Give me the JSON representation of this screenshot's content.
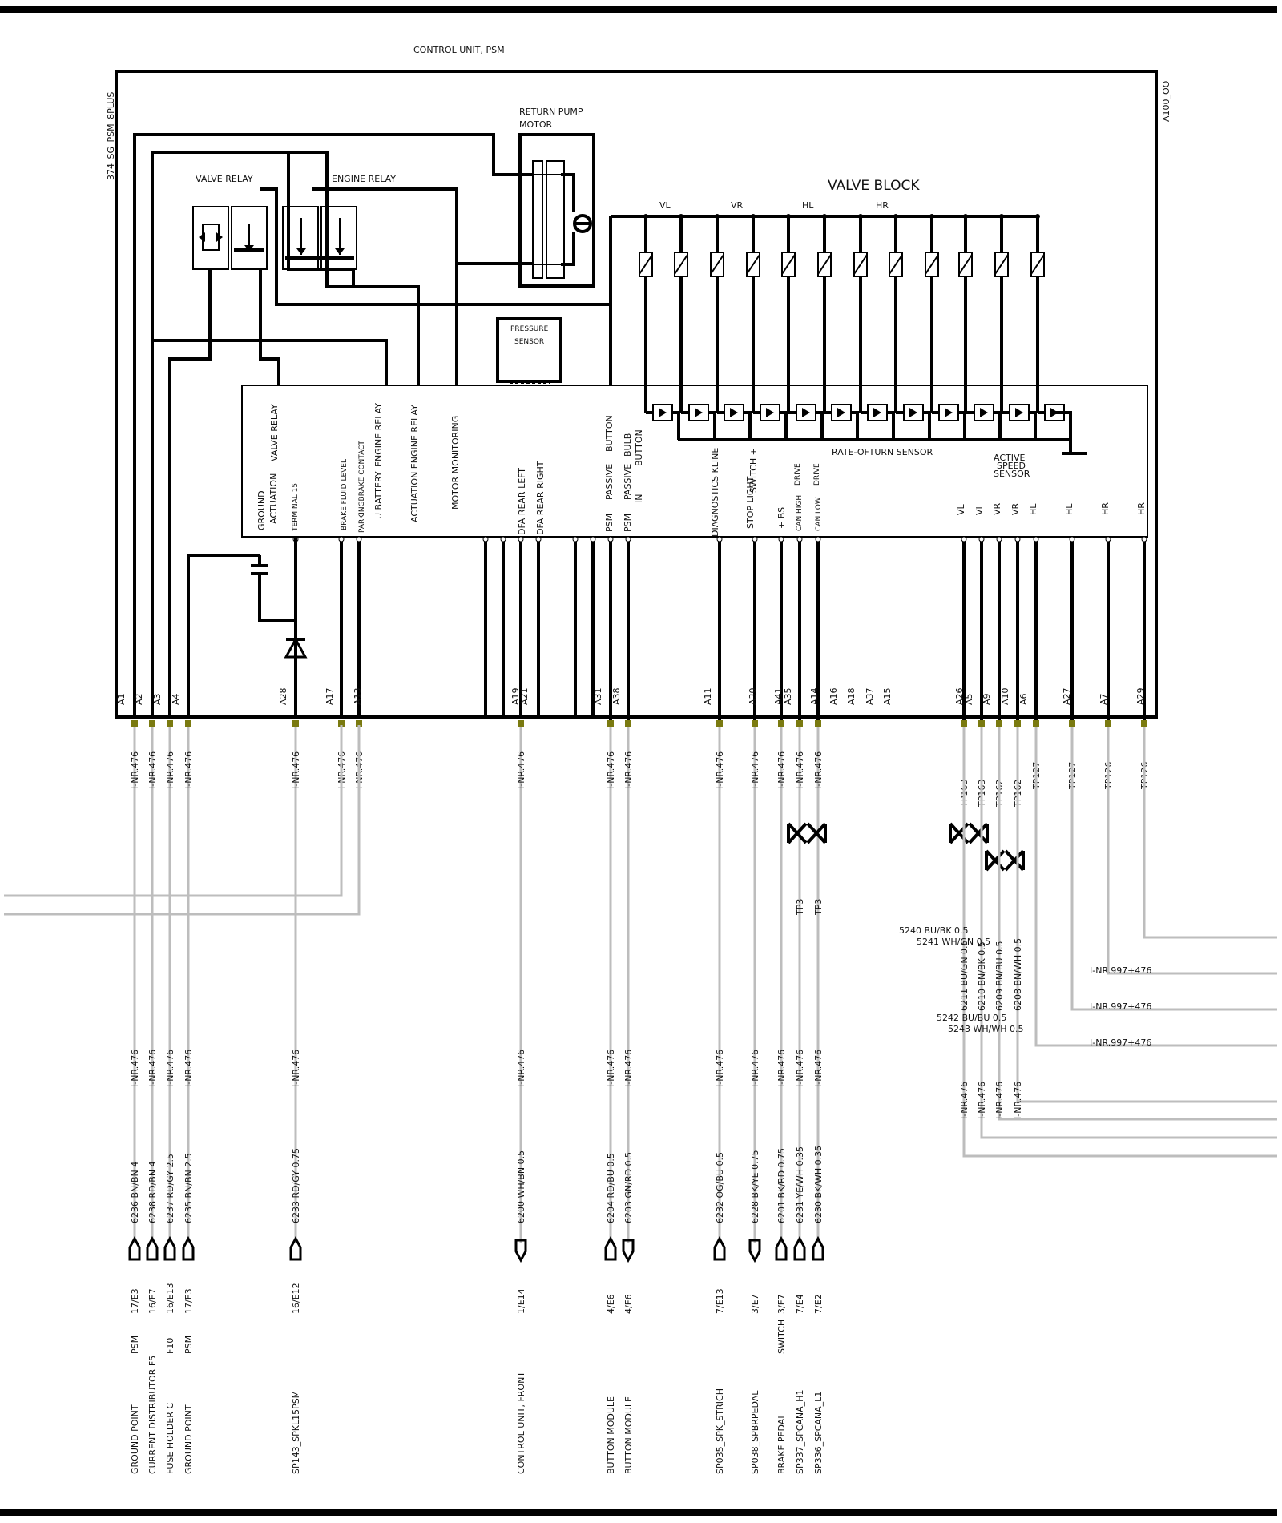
{
  "header": {
    "unit_title": "CONTROL UNIT, PSM",
    "side_label": "374_SG_PSM_8PLUS",
    "unit_id": "A100_OO",
    "return_pump": "RETURN PUMP",
    "motor": "MOTOR",
    "valve_relay": "VALVE RELAY",
    "engine_relay": "ENGINE RELAY",
    "valve_block": "VALVE BLOCK",
    "pressure": "PRESSURE",
    "sensor": "SENSOR",
    "rate_of_turn": "RATE-OFTURN SENSOR",
    "active": "ACTIVE",
    "speed": "SPEED",
    "active_sensor": "SENSOR"
  },
  "valve_groups": [
    "VL",
    "VR",
    "HL",
    "HR"
  ],
  "internal_labels": [
    {
      "id": "ground",
      "text": "GROUND"
    },
    {
      "id": "actuation",
      "text": "ACTUATION"
    },
    {
      "id": "valve-relay",
      "text": "VALVE RELAY"
    },
    {
      "id": "terminal15",
      "text": "TERMINAL 15"
    },
    {
      "id": "brake-fluid",
      "text": "BRAKE FLUID LEVEL"
    },
    {
      "id": "parking-brake",
      "text": "PARKINGBRAKE CONTACT"
    },
    {
      "id": "u-battery",
      "text": "U BATTERY"
    },
    {
      "id": "engine-relay",
      "text": "ENGINE RELAY"
    },
    {
      "id": "actuation-engine",
      "text": "ACTUATION ENGINE RELAY"
    },
    {
      "id": "motor-mon",
      "text": "MOTOR MONITORING"
    },
    {
      "id": "dfa-left",
      "text": "DFA REAR LEFT"
    },
    {
      "id": "dfa-right",
      "text": "DFA REAR RIGHT"
    },
    {
      "id": "psm1",
      "text": "PSM"
    },
    {
      "id": "passive1",
      "text": "PASSIVE"
    },
    {
      "id": "button1",
      "text": "BUTTON"
    },
    {
      "id": "psm2",
      "text": "PSM"
    },
    {
      "id": "passive2",
      "text": "PASSIVE"
    },
    {
      "id": "bulb",
      "text": "BULB"
    },
    {
      "id": "in",
      "text": "IN"
    },
    {
      "id": "button2",
      "text": "BUTTON"
    },
    {
      "id": "diag",
      "text": "DIAGNOSTICS KLINE"
    },
    {
      "id": "stop-light",
      "text": "STOP LIGHT"
    },
    {
      "id": "switch-plus",
      "text": "SWITCH +"
    },
    {
      "id": "bs",
      "text": "+ BS"
    },
    {
      "id": "can-high",
      "text": "CAN HIGH"
    },
    {
      "id": "drive1",
      "text": "DRIVE"
    },
    {
      "id": "can-low",
      "text": "CAN LOW"
    },
    {
      "id": "drive2",
      "text": "DRIVE"
    },
    {
      "id": "ws-vl1",
      "text": "VL"
    },
    {
      "id": "ws-vl2",
      "text": "VL"
    },
    {
      "id": "ws-vr1",
      "text": "VR"
    },
    {
      "id": "ws-vr2",
      "text": "VR"
    },
    {
      "id": "ws-hl1",
      "text": "HL"
    },
    {
      "id": "ws-hl2",
      "text": "HL"
    },
    {
      "id": "ws-hr1",
      "text": "HR"
    },
    {
      "id": "ws-hr2",
      "text": "HR"
    }
  ],
  "pins": [
    "A1",
    "A2",
    "A3",
    "A4",
    "A28",
    "A17",
    "A13",
    "A19",
    "A21",
    "A31",
    "A38",
    "A11",
    "A30",
    "A41",
    "A35",
    "A14",
    "A16",
    "A18",
    "A37",
    "A15",
    "A26",
    "A5",
    "A9",
    "A10",
    "A6",
    "A27",
    "A7",
    "A29"
  ],
  "left_circuits": [
    {
      "id": "c1",
      "top": "I-NR.476",
      "mid": "I-NR.476",
      "wire": "6236 BN/BN 4",
      "ref": "17/E3",
      "dest": "GROUND POINT",
      "dest2": "PSM"
    },
    {
      "id": "c2",
      "top": "I-NR.476",
      "mid": "I-NR.476",
      "wire": "6238 RD/BN 4",
      "ref": "16/E7",
      "dest": "CURRENT DISTRIBUTOR F5",
      "dest2": ""
    },
    {
      "id": "c3",
      "top": "I-NR.476",
      "mid": "I-NR.476",
      "wire": "6237 RD/GY 2.5",
      "ref": "16/E13",
      "dest": "FUSE HOLDER C",
      "dest2": "F10"
    },
    {
      "id": "c4",
      "top": "I-NR.476",
      "mid": "I-NR.476",
      "wire": "6235 BN/BN 2.5",
      "ref": "17/E3",
      "dest": "GROUND POINT",
      "dest2": "PSM"
    },
    {
      "id": "c5",
      "top": "I-NR.476",
      "mid": "I-NR.476",
      "wire": "6233 RD/GY 0.75",
      "ref": "16/E12",
      "dest": "SP143_SPKL15PSM",
      "dest2": ""
    },
    {
      "id": "c6",
      "top": "I-NR.476",
      "mid": "",
      "wire": "",
      "ref": "",
      "dest": "",
      "dest2": ""
    },
    {
      "id": "c7",
      "top": "I-NR.476",
      "mid": "",
      "wire": "",
      "ref": "",
      "dest": "",
      "dest2": ""
    },
    {
      "id": "c8",
      "top": "I-NR.476",
      "mid": "I-NR.476",
      "wire": "6200 WH/BN 0.5",
      "ref": "1/E14",
      "dest": "CONTROL UNIT, FRONT",
      "dest2": ""
    },
    {
      "id": "c9",
      "top": "I-NR.476",
      "mid": "I-NR.476",
      "wire": "6204 RD/BU 0.5",
      "ref": "4/E6",
      "dest": "BUTTON  MODULE",
      "dest2": ""
    },
    {
      "id": "c10",
      "top": "I-NR.476",
      "mid": "I-NR.476",
      "wire": "6203 GN/RD 0.5",
      "ref": "4/E6",
      "dest": "BUTTON  MODULE",
      "dest2": ""
    },
    {
      "id": "c11",
      "top": "I-NR.476",
      "mid": "I-NR.476",
      "wire": "6232 OG/BU 0.5",
      "ref": "7/E13",
      "dest": "SP035_SPK_STRICH",
      "dest2": ""
    },
    {
      "id": "c12",
      "top": "I-NR.476",
      "mid": "I-NR.476",
      "wire": "6228 BK/YE 0.75",
      "ref": "3/E7",
      "dest": "SP038_SPBRPEDAL",
      "dest2": ""
    },
    {
      "id": "c13",
      "top": "I-NR.476",
      "mid": "I-NR.476",
      "wire": "6201 BK/RD 0.75",
      "ref": "3/E7",
      "dest": "BRAKE PEDAL",
      "dest2": "SWITCH"
    },
    {
      "id": "c14",
      "top": "I-NR.476",
      "mid": "I-NR.476",
      "wire": "6231 YE/WH 0.35",
      "ref": "7/E4",
      "dest": "SP337_SPCANA_H1",
      "dest2": ""
    },
    {
      "id": "c15",
      "top": "I-NR.476",
      "mid": "I-NR.476",
      "wire": "6230 BK/WH 0.35",
      "ref": "7/E2",
      "dest": "SP336_SPCANA_L1",
      "dest2": ""
    }
  ],
  "tp": [
    "TP3",
    "TP3",
    "TP163",
    "TP163",
    "TP162",
    "TP162",
    "TP127",
    "TP127",
    "TP126",
    "TP126"
  ],
  "speed_wires": [
    "6211 BU/GN 0.5",
    "6210 BN/BK 0.5",
    "6209 BN/BU 0.5",
    "6208 BN/WH 0.5"
  ],
  "extra_wires": [
    "5240 BU/BK 0.5",
    "5241 WH/GN 0.5",
    "5242 BU/BU 0.5",
    "5243 WH/WH 0.5"
  ],
  "right_refs": [
    "I-NR.997+476",
    "I-NR.997+476",
    "I-NR.997+476"
  ],
  "speed_bottom": [
    "I-NR.476",
    "I-NR.476",
    "I-NR.476",
    "I-NR.476"
  ]
}
